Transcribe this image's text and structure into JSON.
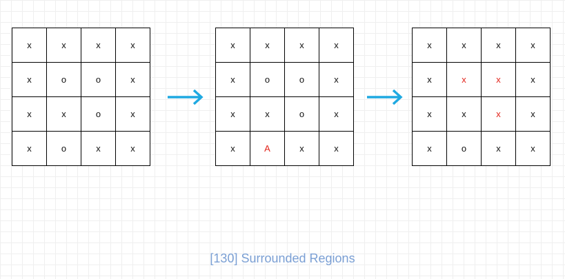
{
  "colors": {
    "arrow": "#1fa9e1",
    "highlight": "#e2231a",
    "caption": "#7a9fd4",
    "border": "#000000"
  },
  "grids": [
    {
      "cells": [
        "x",
        "x",
        "x",
        "x",
        "x",
        "o",
        "o",
        "x",
        "x",
        "x",
        "o",
        "x",
        "x",
        "o",
        "x",
        "x"
      ],
      "highlight": []
    },
    {
      "cells": [
        "x",
        "x",
        "x",
        "x",
        "x",
        "o",
        "o",
        "x",
        "x",
        "x",
        "o",
        "x",
        "x",
        "A",
        "x",
        "x"
      ],
      "highlight": [
        13
      ]
    },
    {
      "cells": [
        "x",
        "x",
        "x",
        "x",
        "x",
        "x",
        "x",
        "x",
        "x",
        "x",
        "x",
        "x",
        "x",
        "o",
        "x",
        "x"
      ],
      "highlight": [
        5,
        6,
        10
      ]
    }
  ],
  "arrows": [
    {
      "icon": "arrow-right-icon"
    },
    {
      "icon": "arrow-right-icon"
    }
  ],
  "caption": "[130] Surrounded Regions"
}
